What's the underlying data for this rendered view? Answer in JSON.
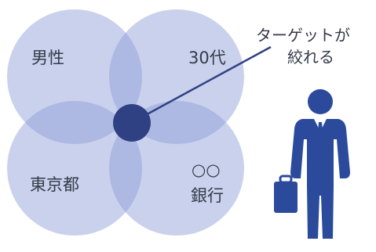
{
  "diagram": {
    "circles": [
      {
        "id": "top-left",
        "label": "男性"
      },
      {
        "id": "top-right",
        "label": "30代"
      },
      {
        "id": "bottom-left",
        "label": "東京都"
      },
      {
        "id": "bottom-right",
        "label": "○○\n銀行"
      }
    ],
    "labels": {
      "top_left": "男性",
      "top_right": "30代",
      "bottom_left": "東京都",
      "bottom_right_line1": "○○",
      "bottom_right_line2": "銀行"
    },
    "callout": {
      "line1": "ターゲットが",
      "line2": "絞れる"
    },
    "colors": {
      "circle_fill": "#8a9ad6",
      "center_dot": "#2f4182",
      "person": "#2c4a9c",
      "text": "#333a48"
    },
    "icons": [
      "businessman-icon",
      "briefcase-icon"
    ]
  }
}
